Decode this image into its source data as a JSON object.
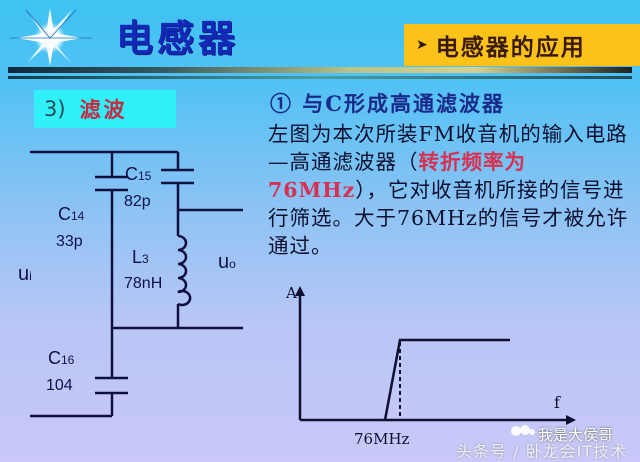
{
  "header": {
    "title": "电感器",
    "section_tag": "电感器的应用",
    "section_arrow": "➤"
  },
  "subtitle": {
    "number": "3)",
    "text": "滤波"
  },
  "circuit": {
    "c15": {
      "name": "C",
      "sub": "15",
      "value": "82p"
    },
    "c14": {
      "name": "C",
      "sub": "14",
      "value": "33p"
    },
    "l3": {
      "name": "L",
      "sub": "3",
      "value": "78nH"
    },
    "c16": {
      "name": "C",
      "sub": "16",
      "value": "104"
    },
    "input": {
      "name": "u",
      "sub": "i"
    },
    "output": {
      "name": "u",
      "sub": "o"
    }
  },
  "content": {
    "heading": "① 与C形成高通滤波器",
    "para_part1": "左图为本次所装FM收音机的输入电路—高通滤波器（",
    "para_highlight": "转折频率为76MHz",
    "para_part2": "），它对收音机所接的信号进行筛选。大于76MHz的信号才被允许通过。",
    "highlight_color": "#d83050"
  },
  "chart_data": {
    "type": "line",
    "title": "",
    "xlabel": "f",
    "ylabel": "A",
    "x_tick_labels": [
      "76MHz"
    ],
    "cutoff_label": "76MHz",
    "description": "High-pass filter amplitude response: zero below cutoff, steep rise, flat pass-band above 76MHz",
    "series": [
      {
        "name": "response",
        "points": [
          [
            0.0,
            0.0
          ],
          [
            0.85,
            0.0
          ],
          [
            1.0,
            1.0
          ],
          [
            2.1,
            1.0
          ]
        ]
      }
    ],
    "x_units": "relative to cutoff (76MHz = 1.0)",
    "xlim": [
      0,
      2.5
    ],
    "ylim": [
      0,
      1.6
    ],
    "dashed_marker_at": 1.0,
    "grid": false
  },
  "watermark": {
    "line1": "我是大侯哥",
    "line2": "头条号 / 卧龙会IT技术"
  }
}
